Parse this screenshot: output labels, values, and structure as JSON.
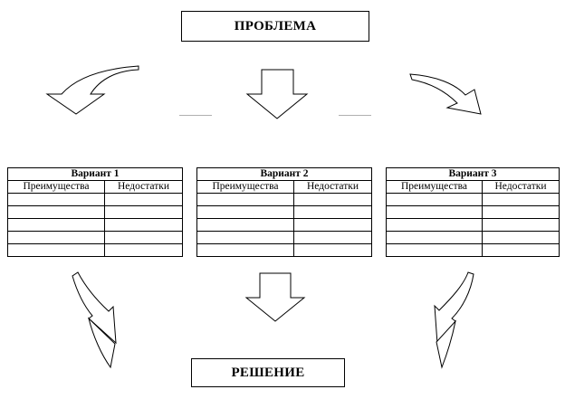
{
  "problem": {
    "label": "ПРОБЛЕМА"
  },
  "solution": {
    "label": "РЕШЕНИЕ"
  },
  "variants": [
    {
      "title": "Вариант 1",
      "col_pros": "Преимущества",
      "col_cons": "Недостатки"
    },
    {
      "title": "Вариант 2",
      "col_pros": "Преимущества",
      "col_cons": "Недостатки"
    },
    {
      "title": "Вариант 3",
      "col_pros": "Преимущества",
      "col_cons": "Недостатки"
    }
  ],
  "blank_rows": 5,
  "colors": {
    "stroke": "#000000",
    "fill": "#ffffff",
    "dash": "#b0b0b0"
  }
}
